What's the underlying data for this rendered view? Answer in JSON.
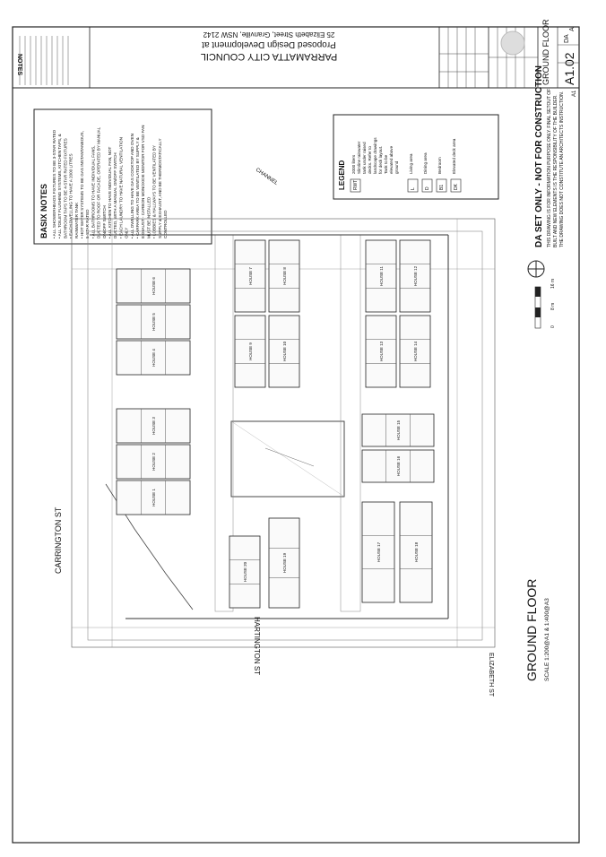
{
  "title_block": {
    "council": "PARRAMATTA CITY COUNCIL",
    "project": "Proposed Design Development at",
    "address": "25 Elizabeth Street, Granville, NSW 2142",
    "drawing_title": "GROUND FLOOR",
    "drawing_no": "A1.02",
    "sheet_size": "A1",
    "code": "DA",
    "rev": "A",
    "notes_heading": "NOTES"
  },
  "basix": {
    "heading": "BASIX NOTES",
    "items": [
      "ALL SHOWERHEADS FIXTURES TO BE 3-STAR RATED",
      "ALL TOILET FLUSHING SYSTEMS, KITCHEN TAPS, & BATHROOM TAPS TO BE 4-STAR RATED FIXTURES",
      "EACH DWELLING TO HAVE A 2000 LITRES RAINWATER TANK",
      "HOT WATER SYSTEMS TO BE GAS INSTANTANEOUS, 5-STAR RATED",
      "ALL BATHROOMS TO HAVE INDIVIDUAL FANS, DUCTED TO ROOF OR FACADE, OPERATED BY MANUAL ON/OFF SWITCH",
      "ALL KITCHEN TO HAVE INDIVIDUAL FAN, NOT DUCTED, WITH A MANUAL ON/OFF SWITCH",
      "EACH LAUNDRY TO HAVE NATURAL VENTILATION ONLY",
      "ALL DWELLING TO HAVE GAS COOKTOP AND OVEN",
      "CARPARK AREA TO BE VENTILATED BY SUPPLY & EXHAUST - CARBON MONOXIDE MONITOR FOR VSD FAN MUST BE INSTALLED",
      "LOBBIES & HALLWAYS TO BE VENTILATED BY SUPPLY & EXHAUST, AND BE THERMOSTATICALLY CONTROLLED"
    ]
  },
  "legend": {
    "heading": "LEGEND",
    "items": [
      {
        "code": "RWT",
        "text": "2000 liters Slimline rainwater tank under raised decks. Refer to landscape drawings for deck layout. Tank to be elevated above ground"
      },
      {
        "code": "L",
        "text": "Living area"
      },
      {
        "code": "D",
        "text": "Dining area"
      },
      {
        "code": "B1",
        "text": "Bedroom"
      },
      {
        "code": "DK",
        "text": "Elevated deck area"
      }
    ]
  },
  "da_set": {
    "heading": "DA SET ONLY - NOT FOR CONSTRUCTION",
    "text": "THIS DRAWING IS FOR INFORMATION PURPOSE ONLY. FINAL SETOUT OF BUILT AND NEW ELEMENTS IS THE RESPONSIBILITY OF THE BUILDER. THE DRAWING DOES NOT CONSTITUTE AN ARCHITECTS INSTRUCTION."
  },
  "plan": {
    "heading": "GROUND FLOOR",
    "scale": "SCALE 1:200@A1 & 1:400@A3",
    "streets": {
      "carrington": "CARRINGTON ST",
      "hartington": "HARTINGTON ST",
      "elizabeth": "ELIZABETH ST",
      "channel": "CHANNEL"
    },
    "houses": [
      "HOUSE 6",
      "HOUSE 5",
      "HOUSE 4",
      "HOUSE 3",
      "HOUSE 2",
      "HOUSE 1",
      "HOUSE 7",
      "HOUSE 8",
      "HOUSE 9",
      "HOUSE 10",
      "HOUSE 11",
      "HOUSE 12",
      "HOUSE 13",
      "HOUSE 14",
      "HOUSE 15",
      "HOUSE 16",
      "HOUSE 17",
      "HOUSE 18",
      "HOUSE 19",
      "HOUSE 20"
    ],
    "scale_bar": [
      "0",
      "8 m",
      "16 m"
    ]
  }
}
